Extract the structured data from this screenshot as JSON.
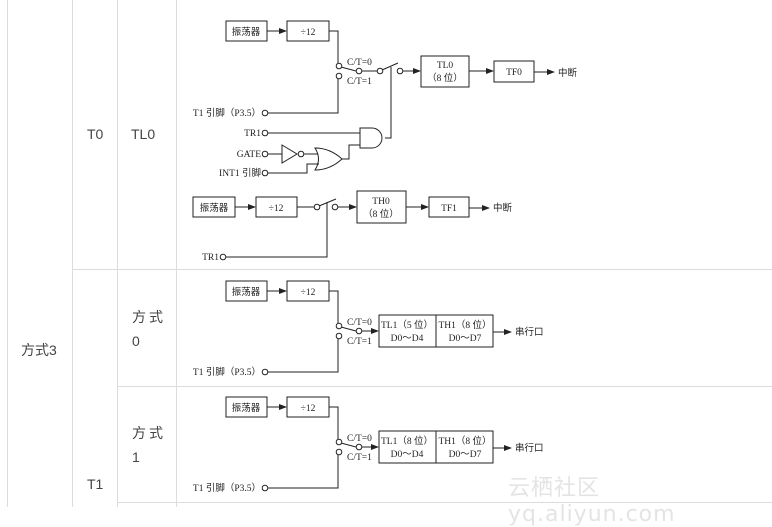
{
  "table": {
    "mode": "方式3",
    "t0": {
      "timer": "T0",
      "register": "TL0"
    },
    "t1": {
      "timer": "T1",
      "mode0": {
        "line1": "方式",
        "line2": "0"
      },
      "mode1": {
        "line1": "方式",
        "line2": "1"
      }
    }
  },
  "diagram_t0": {
    "oscillator": "振荡器",
    "divider": "÷12",
    "ct0": "C/T=0",
    "ct1": "C/T=1",
    "t1_pin": "T1 引脚（P3.5）",
    "tr1": "TR1",
    "gate": "GATE",
    "int1_pin": "INT1 引脚",
    "tl0_line1": "TL0",
    "tl0_line2": "（8 位）",
    "tf0": "TF0",
    "interrupt": "中断",
    "lower": {
      "oscillator": "振荡器",
      "divider": "÷12",
      "th0_line1": "TH0",
      "th0_line2": "（8 位）",
      "tf1": "TF1",
      "interrupt": "中断",
      "tr1": "TR1"
    }
  },
  "diagram_mode0": {
    "oscillator": "振荡器",
    "divider": "÷12",
    "ct0": "C/T=0",
    "ct1": "C/T=1",
    "tl1_line1": "TL1（5 位）",
    "tl1_line2": "D0～D4",
    "th1_line1": "TH1（8 位）",
    "th1_line2": "D0～D7",
    "output": "串行口",
    "t1_pin": "T1 引脚（P3.5）"
  },
  "diagram_mode1": {
    "oscillator": "振荡器",
    "divider": "÷12",
    "ct0": "C/T=0",
    "ct1": "C/T=1",
    "tl1_line1": "TL1（8 位）",
    "tl1_line2": "D0～D4",
    "th1_line1": "TH1（8 位）",
    "th1_line2": "D0～D7",
    "output": "串行口",
    "t1_pin": "T1 引脚（P3.5）"
  },
  "watermark": "云栖社区 yq.aliyun.com"
}
